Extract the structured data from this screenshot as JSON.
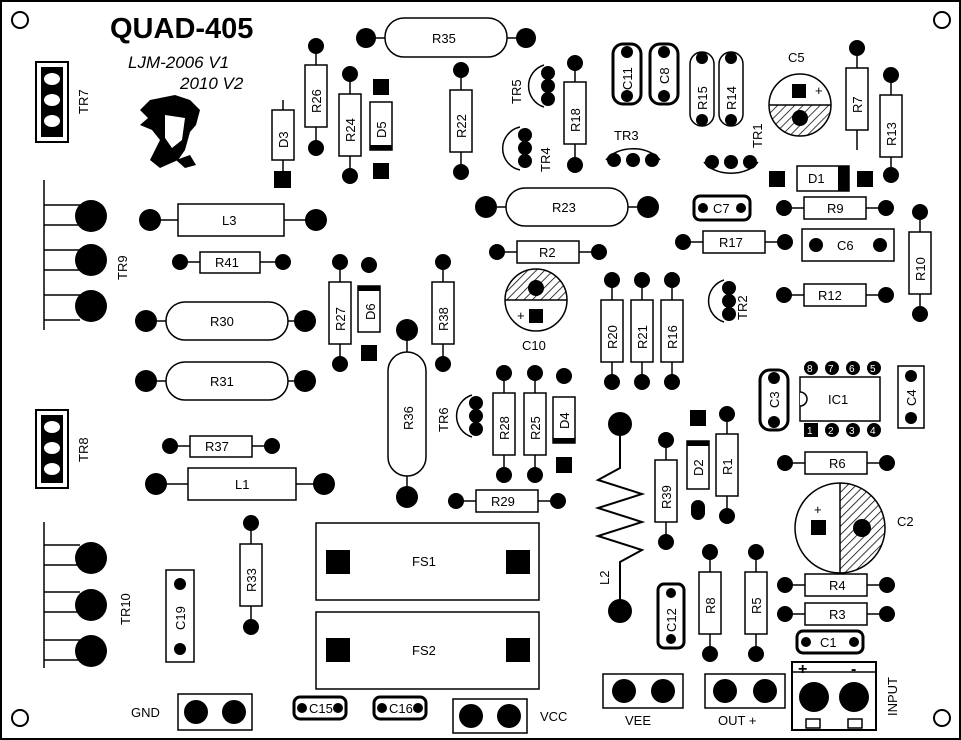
{
  "board": {
    "title": "QUAD-405",
    "subtitle_line1": "LJM-2006  V1",
    "subtitle_line2": "2010 V2"
  },
  "labels": {
    "R1": "R1",
    "R2": "R2",
    "R3": "R3",
    "R4": "R4",
    "R5": "R5",
    "R6": "R6",
    "R7": "R7",
    "R8": "R8",
    "R9": "R9",
    "R10": "R10",
    "R12": "R12",
    "R13": "R13",
    "R14": "R14",
    "R15": "R15",
    "R16": "R16",
    "R17": "R17",
    "R18": "R18",
    "R20": "R20",
    "R21": "R21",
    "R22": "R22",
    "R23": "R23",
    "R24": "R24",
    "R25": "R25",
    "R26": "R26",
    "R27": "R27",
    "R28": "R28",
    "R29": "R29",
    "R30": "R30",
    "R31": "R31",
    "R33": "R33",
    "R35": "R35",
    "R36": "R36",
    "R37": "R37",
    "R38": "R38",
    "R39": "R39",
    "R41": "R41",
    "C1": "C1",
    "C2": "C2",
    "C3": "C3",
    "C4": "C4",
    "C5": "C5",
    "C6": "C6",
    "C7": "C7",
    "C8": "C8",
    "C10": "C10",
    "C11": "C11",
    "C12": "C12",
    "C15": "C15",
    "C16": "C16",
    "C19": "C19",
    "D1": "D1",
    "D2": "D2",
    "D3": "D3",
    "D4": "D4",
    "D5": "D5",
    "D6": "D6",
    "TR1": "TR1",
    "TR2": "TR2",
    "TR3": "TR3",
    "TR4": "TR4",
    "TR5": "TR5",
    "TR6": "TR6",
    "TR7": "TR7",
    "TR8": "TR8",
    "TR9": "TR9",
    "TR10": "TR10",
    "L1": "L1",
    "L2": "L2",
    "L3": "L3",
    "IC1": "IC1",
    "FS1": "FS1",
    "FS2": "FS2"
  },
  "connectors": {
    "gnd": "GND",
    "vcc": "VCC",
    "vee": "VEE",
    "out": "OUT +",
    "input": "INPUT",
    "plus": "+",
    "minus": "-"
  },
  "ic_pins": {
    "top": [
      "8",
      "7",
      "6",
      "5"
    ],
    "bottom": [
      "1",
      "2",
      "3",
      "4"
    ]
  },
  "markers": {
    "plus": "+"
  }
}
